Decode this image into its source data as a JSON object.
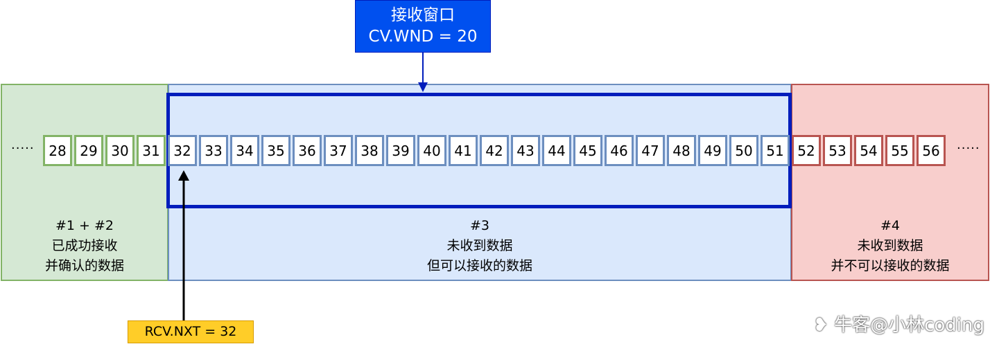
{
  "window_label": {
    "line1": "接收窗口",
    "line2": "CV.WND = 20"
  },
  "pointer_label": "RCV.NXT = 32",
  "left_ellipsis": "·····",
  "right_ellipsis": "·····",
  "cells": {
    "green": [
      "28",
      "29",
      "30",
      "31"
    ],
    "blue": [
      "32",
      "33",
      "34",
      "35",
      "36",
      "37",
      "38",
      "39",
      "40",
      "41",
      "42",
      "43",
      "44",
      "45",
      "46",
      "47",
      "48",
      "49",
      "50",
      "51"
    ],
    "red": [
      "52",
      "53",
      "54",
      "55",
      "56"
    ]
  },
  "regions": {
    "green": {
      "line1": "#1 + #2",
      "line2": "已成功接收",
      "line3": "并确认的数据"
    },
    "blue": {
      "line1": "#3",
      "line2": "未收到数据",
      "line3": "但可以接收的数据"
    },
    "red": {
      "line1": "#4",
      "line2": "未收到数据",
      "line3": "并不可以接收的数据"
    }
  },
  "watermark": "牛客@小林coding",
  "colors": {
    "green_fill": "#d5e8d4",
    "green_stroke": "#82b366",
    "blue_fill": "#dae8fc",
    "blue_stroke": "#6c8ebf",
    "red_fill": "#f8cecc",
    "red_stroke": "#b85450",
    "window_stroke": "#001DBC",
    "title_fill": "#0050ef",
    "pointer_fill": "#ffcd28"
  }
}
